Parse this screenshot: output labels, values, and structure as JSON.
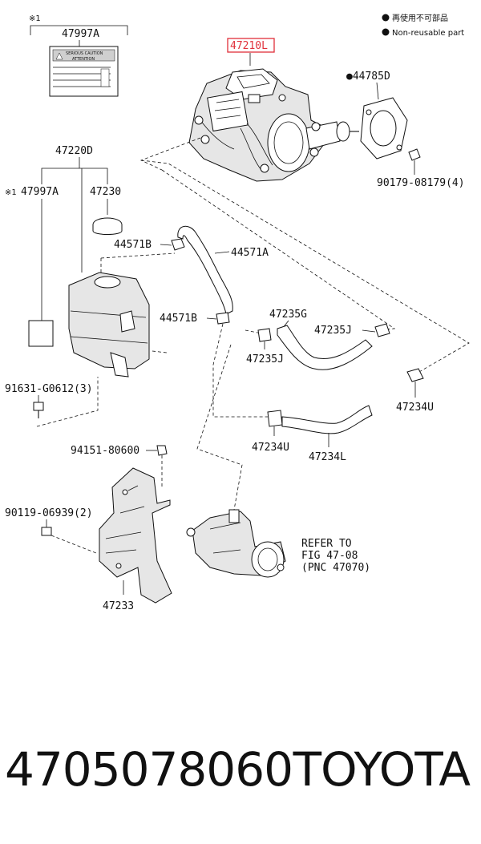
{
  "legend": {
    "line1": "再使用不可部品",
    "line2": "Non-reusable part"
  },
  "marks": {
    "note1": "※1"
  },
  "parts": {
    "p47997A_top": "47997A",
    "p47210": "47210",
    "p47210_suffix": "L",
    "p44785D": "●44785D",
    "p90179": "90179-08179(4)",
    "p47220D": "47220D",
    "p47997A_left": "47997A",
    "p47230": "47230",
    "p44571B_a": "44571B",
    "p44571A": "44571A",
    "p44571B_b": "44571B",
    "p47235G": "47235G",
    "p47235J_a": "47235J",
    "p47235J_b": "47235J",
    "p47234U_a": "47234U",
    "p47234U_b": "47234U",
    "p47234L": "47234L",
    "p91631": "91631-G0612(3)",
    "p94151": "94151-80600",
    "p90119": "90119-06939(2)",
    "p47233": "47233",
    "refer1": "REFER TO",
    "refer2": "FIG 47-08",
    "refer3": "(PNC 47070)",
    "label_text1": "SERIOUS CAUTION",
    "label_text2": "ATTENTION"
  },
  "illustration_id": "479479B",
  "footer": {
    "part_number": "4705078060",
    "brand": "TOYOTA"
  },
  "colors": {
    "highlight": "#e0303a",
    "ink": "#111111"
  }
}
